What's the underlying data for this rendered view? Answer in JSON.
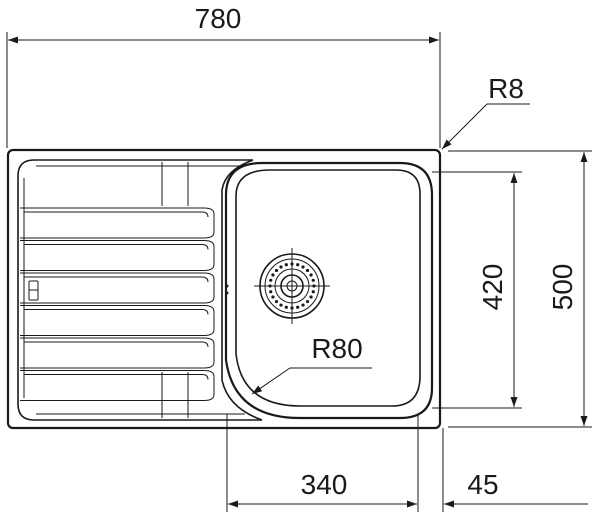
{
  "dimensions": {
    "overall_width": "780",
    "corner_radius": "R8",
    "overall_depth": "500",
    "bowl_depth": "420",
    "bowl_corner_radius": "R80",
    "bowl_width": "340",
    "bowl_edge_offset": "45"
  },
  "drainer": {
    "grooves": 6
  }
}
